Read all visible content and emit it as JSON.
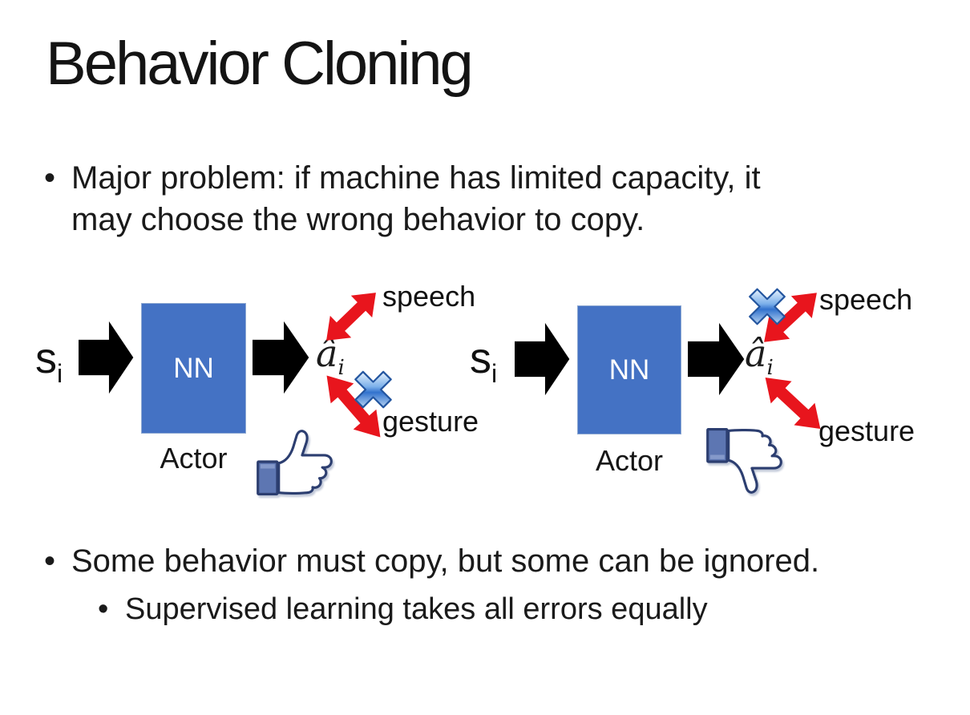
{
  "slide": {
    "title": "Behavior Cloning",
    "bullets": {
      "b1_marker": "•",
      "b1_lines": [
        "Major problem: if machine has limited capacity, it",
        "may choose the wrong behavior to copy."
      ],
      "b2_marker": "•",
      "b2_text": "Some behavior must copy, but some can be ignored.",
      "b2_sub_marker": "•",
      "b2_sub_text": "Supervised learning takes all errors equally"
    },
    "diagram_left": {
      "input": "s",
      "input_sub": "i",
      "nn": "NN",
      "caption": "Actor",
      "output": "â",
      "output_sub": "i",
      "top_action": "speech",
      "bottom_action": "gesture",
      "ignored_action": "gesture",
      "feedback": "thumbs-up"
    },
    "diagram_right": {
      "input": "s",
      "input_sub": "i",
      "nn": "NN",
      "caption": "Actor",
      "output": "â",
      "output_sub": "i",
      "top_action": "speech",
      "bottom_action": "gesture",
      "ignored_action": "speech",
      "feedback": "thumbs-down"
    },
    "colors": {
      "box_fill": "#4472c4",
      "box_border": "#8ea9d2",
      "box_text": "#ffffff",
      "black_arrow": "#000000",
      "red_arrow": "#e8151d",
      "x_mark_blue": "#3a7ad4",
      "thumb_outline": "#2c3e70",
      "thumb_cuff": "#5d76b2",
      "text_color": "#1a1a1a"
    }
  }
}
